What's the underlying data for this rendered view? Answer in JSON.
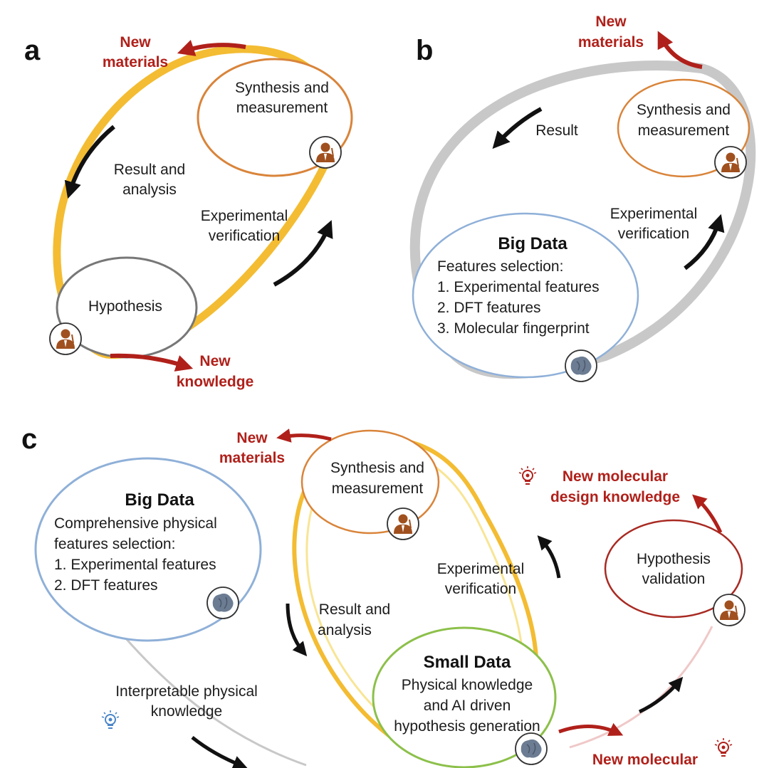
{
  "panel_a": {
    "label": "a",
    "new_materials": [
      "New",
      "materials"
    ],
    "synthesis": [
      "Synthesis and",
      "measurement"
    ],
    "result": [
      "Result and",
      "analysis"
    ],
    "experimental": [
      "Experimental",
      "verification"
    ],
    "hypothesis": "Hypothesis",
    "new_knowledge": [
      "New",
      "knowledge"
    ]
  },
  "panel_b": {
    "label": "b",
    "new_materials": [
      "New",
      "materials"
    ],
    "result": "Result",
    "synthesis": [
      "Synthesis and",
      "measurement"
    ],
    "experimental": [
      "Experimental",
      "verification"
    ],
    "big_data_title": "Big Data",
    "features": [
      "Features selection:",
      "1. Experimental features",
      "2. DFT features",
      "3. Molecular fingerprint"
    ]
  },
  "panel_c": {
    "label": "c",
    "new_materials": [
      "New",
      "materials"
    ],
    "synthesis": [
      "Synthesis and",
      "measurement"
    ],
    "new_mol_design": [
      "New molecular",
      "design knowledge"
    ],
    "big_data_title": "Big Data",
    "big_data_lines": [
      "Comprehensive physical",
      "features selection:",
      "1. Experimental features",
      "2. DFT features"
    ],
    "experimental": [
      "Experimental",
      "verification"
    ],
    "hypothesis_validation": [
      "Hypothesis",
      "validation"
    ],
    "result": [
      "Result and",
      "analysis"
    ],
    "small_data_title": "Small Data",
    "small_data_lines": [
      "Physical knowledge",
      "and AI driven",
      "hypothesis generation"
    ],
    "interpretable": [
      "Interpretable physical",
      "knowledge"
    ],
    "new_molecular_bottom": "New molecular"
  },
  "colors": {
    "yellow": "#f2b51c",
    "orange": "#d9843a",
    "gray": "#c8c8c8",
    "blue": "#8fb0d8",
    "green": "#8cc04a",
    "dark_red": "#a82a22",
    "accent_red": "#b0201a",
    "icon_brown": "#a0501e"
  },
  "icons": [
    "scientist-icon",
    "brain-icon",
    "lightbulb-icon",
    "arrow-icon"
  ]
}
